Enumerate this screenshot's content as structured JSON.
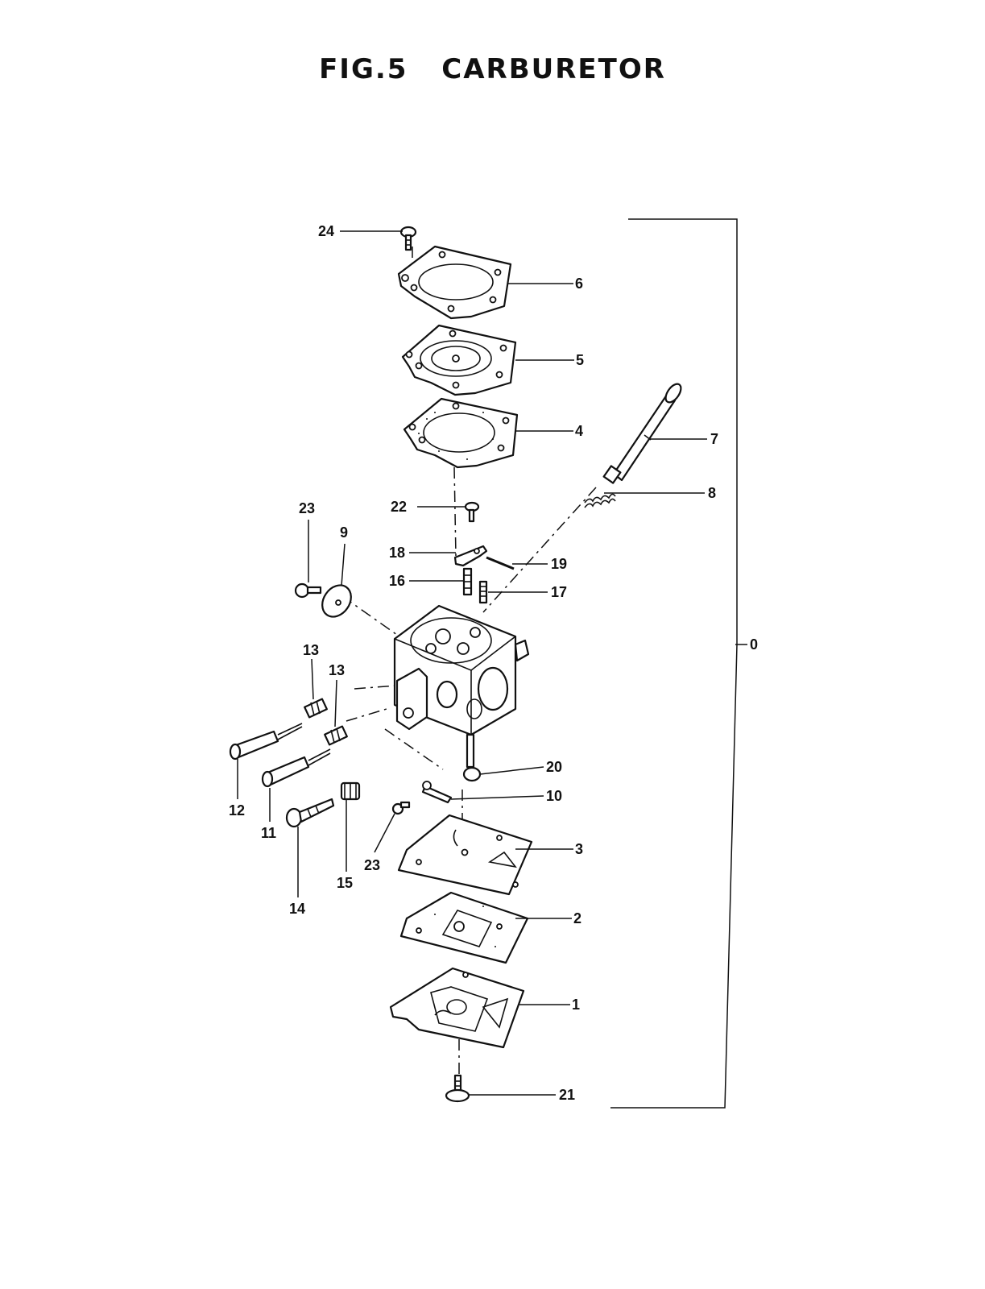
{
  "figure": {
    "title": "FIG.5    CARBURETOR"
  },
  "callouts": {
    "p0": "0",
    "p1": "1",
    "p2": "2",
    "p3": "3",
    "p4": "4",
    "p5": "5",
    "p6": "6",
    "p7": "7",
    "p8": "8",
    "p9": "9",
    "p10": "10",
    "p11": "11",
    "p12": "12",
    "p13a": "13",
    "p13b": "13",
    "p14": "14",
    "p15": "15",
    "p16": "16",
    "p17": "17",
    "p18": "18",
    "p19": "19",
    "p20": "20",
    "p21": "21",
    "p22": "22",
    "p23a": "23",
    "p23b": "23",
    "p24": "24"
  }
}
